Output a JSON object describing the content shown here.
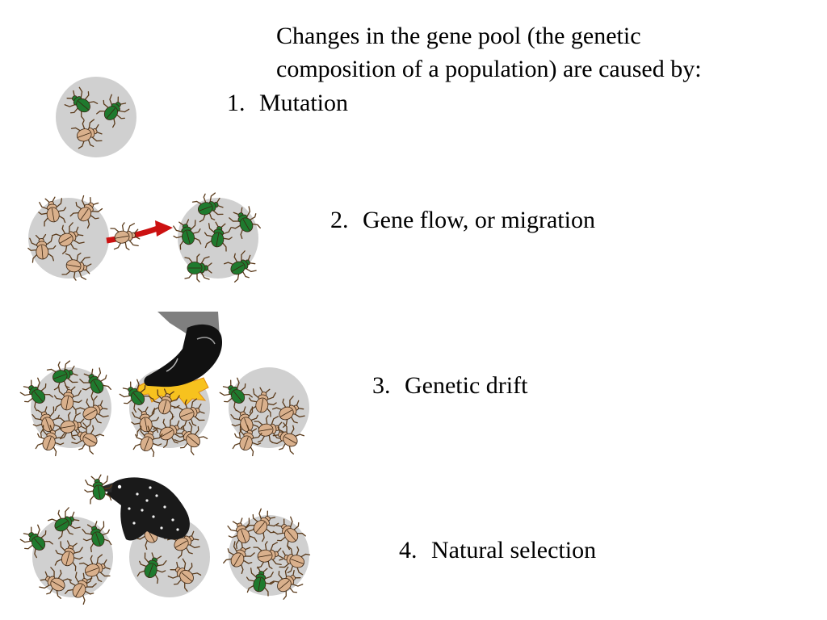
{
  "title": {
    "line1": "Changes in the gene pool (the genetic",
    "line2": "composition of a population)  are caused by:"
  },
  "items": [
    {
      "num": "1.",
      "label": "Mutation"
    },
    {
      "num": "2.",
      "label": "Gene flow, or migration"
    },
    {
      "num": "3.",
      "label": "Genetic drift"
    },
    {
      "num": "4.",
      "label": "Natural selection"
    }
  ],
  "colors": {
    "circle": "#d0d0d0",
    "beetle_green": "#1f7a2e",
    "beetle_tan": "#d9b08c",
    "arrow": "#cc1111",
    "starburst": "#f7c21e",
    "boot": "#111111",
    "trouser": "#7f7f7f"
  },
  "icons": [
    "beetle-icon",
    "arrow-icon",
    "boot-icon",
    "bird-icon"
  ]
}
